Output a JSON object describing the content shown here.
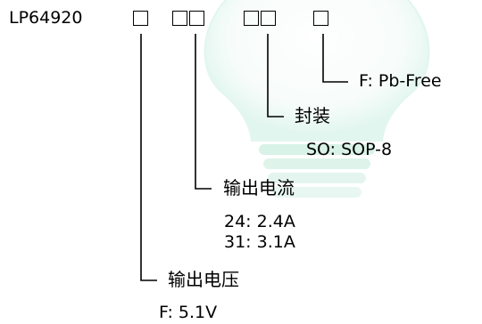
{
  "part_prefix": "LP64920",
  "fields": [
    {
      "desc": "F: Pb-Free"
    },
    {
      "label": "封装",
      "desc": "SO: SOP-8"
    },
    {
      "label": "输出电流",
      "desc_lines": [
        "24: 2.4A",
        "31: 3.1A"
      ]
    },
    {
      "label": "输出电压",
      "desc": "F: 5.1V"
    }
  ],
  "colors": {
    "line": "#000000",
    "watermark": "#bfe9d8"
  }
}
